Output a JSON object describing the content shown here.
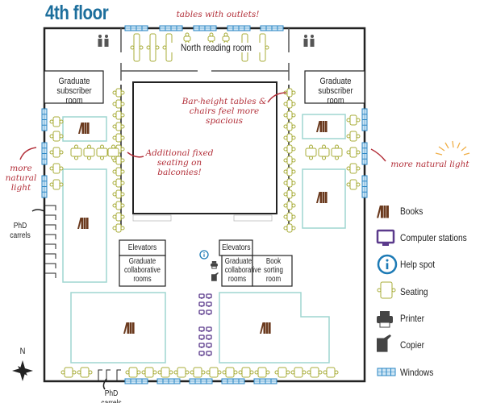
{
  "title": "4th floor",
  "rooms": {
    "north_reading": "North reading room",
    "grad_sub_left": "Graduate subscriber room",
    "grad_sub_right": "Graduate subscriber room",
    "elevators_left": "Elevators",
    "elevators_right": "Elevators",
    "grad_collab_left": "Graduate collaborative rooms",
    "grad_collab_right": "Graduate collaborative rooms",
    "book_sorting": "Book sorting room",
    "phd_carrels_left": "PhD carrels",
    "phd_carrels_bottom": "PhD carrels"
  },
  "annotations": {
    "outlets": "tables with outlets!",
    "bar_height": "Bar-height tables & chairs feel more spacious",
    "balconies": "Additional fixed seating on balconies!",
    "light_left": "more natural light",
    "light_right": "more natural light"
  },
  "compass": "N",
  "legend": [
    {
      "label": "Books",
      "icon": "books-icon"
    },
    {
      "label": "Computer stations",
      "icon": "computer-icon"
    },
    {
      "label": "Help spot",
      "icon": "info-icon"
    },
    {
      "label": "Seating",
      "icon": "seating-icon"
    },
    {
      "label": "Printer",
      "icon": "printer-icon"
    },
    {
      "label": "Copier",
      "icon": "copier-icon"
    },
    {
      "label": "Windows",
      "icon": "window-icon"
    }
  ],
  "colors": {
    "wall": "#222222",
    "window": "#2a86c4",
    "seating": "#a8ad3a",
    "books": "#6b3a1e",
    "computer": "#5b3a8c",
    "help": "#1c7ab5",
    "shelf_area": "#9fd6d0",
    "note": "#b3303a",
    "title": "#1c6e9c"
  }
}
